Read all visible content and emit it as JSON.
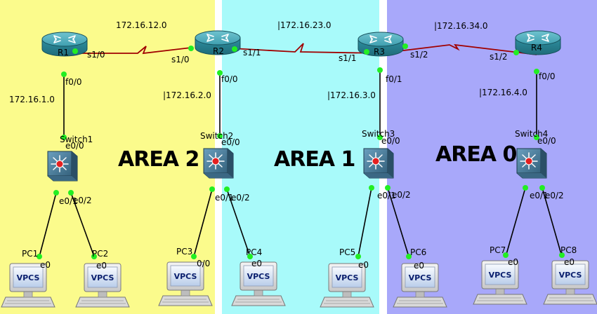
{
  "areas": [
    {
      "id": "area2",
      "label": "AREA 2",
      "color": "#fbfb8c"
    },
    {
      "id": "area1",
      "label": "AREA 1",
      "color": "#a8fafa"
    },
    {
      "id": "area0",
      "label": "AREA 0",
      "color": "#a8a8fa"
    }
  ],
  "routers": [
    {
      "id": "r1",
      "label": "R1"
    },
    {
      "id": "r2",
      "label": "R2"
    },
    {
      "id": "r3",
      "label": "R3"
    },
    {
      "id": "r4",
      "label": "R4"
    }
  ],
  "switches": [
    {
      "id": "sw1",
      "label": "Switch1"
    },
    {
      "id": "sw2",
      "label": "Switch2"
    },
    {
      "id": "sw3",
      "label": "Switch3"
    },
    {
      "id": "sw4",
      "label": "Switch4"
    }
  ],
  "pcs": [
    {
      "id": "pc1",
      "label": "PC1",
      "screen": "VPCS"
    },
    {
      "id": "pc2",
      "label": "PC2",
      "screen": "VPCS"
    },
    {
      "id": "pc3",
      "label": "PC3",
      "screen": "VPCS"
    },
    {
      "id": "pc4",
      "label": "PC4",
      "screen": "VPCS"
    },
    {
      "id": "pc5",
      "label": "PC5",
      "screen": "VPCS"
    },
    {
      "id": "pc6",
      "label": "PC6",
      "screen": "VPCS"
    },
    {
      "id": "pc7",
      "label": "PC7",
      "screen": "VPCS"
    },
    {
      "id": "pc8",
      "label": "PC8",
      "screen": "VPCS"
    }
  ],
  "networks": {
    "r1_r2": "172.16.12.0",
    "r2_r3": "|172.16.23.0",
    "r3_r4": "|172.16.34.0",
    "lan1": "172.16.1.0",
    "lan2": "|172.16.2.0",
    "lan3": "|172.16.3.0",
    "lan4": "|172.16.4.0"
  },
  "interfaces": {
    "r1_s10": "s1/0",
    "r2_s10": "s1/0",
    "r2_s11": "s1/1",
    "r3_s11": "s1/1",
    "r3_s12": "s1/2",
    "r4_s12": "s1/2",
    "r1_f00": "f0/0",
    "r2_f00": "f0/0",
    "r3_f01": "f0/1",
    "r4_f00": "f0/0",
    "sw1_e00": "e0/0",
    "sw2_e00": "e0/0",
    "sw3_e00": "e0/0",
    "sw4_e00": "e0/0",
    "sw1_e01": "e0/1",
    "sw1_e02": "e0/2",
    "sw2_e01": "e0/1",
    "sw2_e02": "e0/2",
    "sw3_e01": "e0/1",
    "sw3_e02": "e0/2",
    "sw4_e01": "e0/1",
    "sw4_e02": "e0/2",
    "pc1_e0": "e0",
    "pc2_e0": "e0",
    "pc3_e0": "0/0",
    "pc4_e0": "e0",
    "pc5_e0": "e0",
    "pc6_e0": "e0",
    "pc7_e0": "e0",
    "pc8_e0": "e0"
  },
  "colors": {
    "link": "#000000",
    "serial_link": "#a00000",
    "port_dot": "#22ee22",
    "router_body": "#2f8a9a",
    "switch_body": "#4d7f9a",
    "switch_core": "#e02020"
  }
}
